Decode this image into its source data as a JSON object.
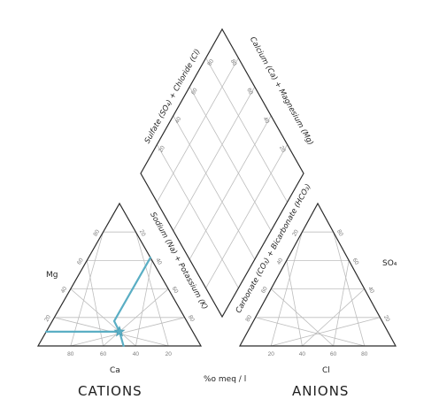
{
  "diamond": {
    "label_upper_left": "Sulfate (SO₄) + Chloride (Cl)",
    "label_upper_right": "Calcium (Ca) + Magnesium (Mg)",
    "label_lower_left": "Sodium (Na) + Potassium (K)",
    "label_lower_right": "Carbonate (CO₃) + Bicarbonate (HCO₃)",
    "ticks": [
      "20",
      "40",
      "60",
      "80"
    ]
  },
  "cations": {
    "title": "CATIONS",
    "corner_label_left": "Mg",
    "bottom_label": "Ca",
    "ticks": [
      "20",
      "40",
      "60",
      "80"
    ],
    "plot_color": "#5aaec4",
    "sample": {
      "Ca": 45,
      "Mg": 10,
      "Na_K": 45
    }
  },
  "anions": {
    "title": "ANIONS",
    "corner_label_right": "SO₄",
    "bottom_label": "Cl",
    "ticks": [
      "20",
      "40",
      "60",
      "80"
    ]
  },
  "units": "%o meq / l"
}
